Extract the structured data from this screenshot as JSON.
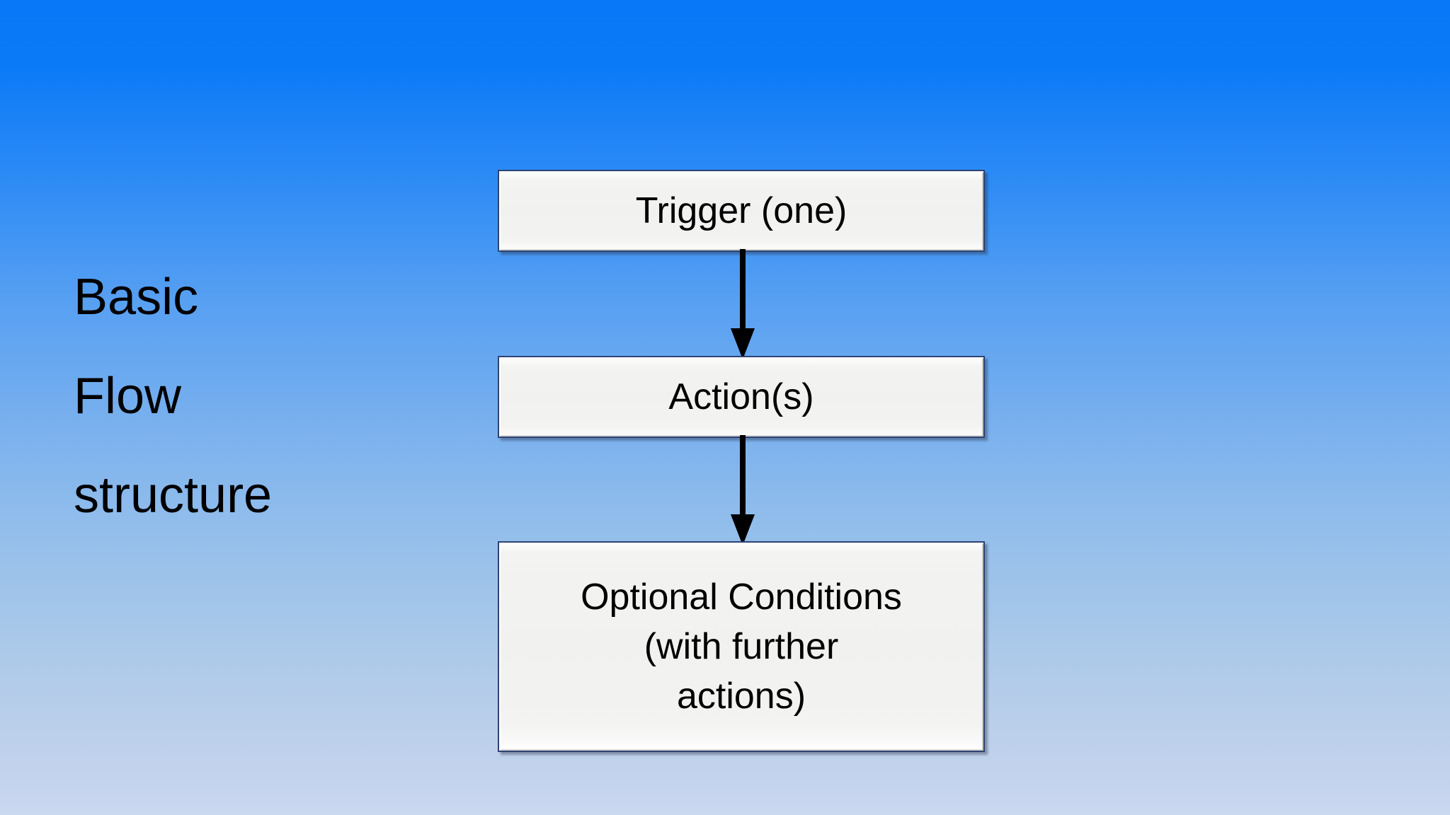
{
  "slide": {
    "title_lines": [
      "Basic",
      "Flow",
      "structure"
    ],
    "background": {
      "gradient_from": "#0878F8",
      "gradient_to": "#C6D4EE",
      "direction": "top-to-bottom"
    },
    "text_color": "#000000"
  },
  "diagram": {
    "type": "flowchart",
    "orientation": "vertical",
    "box_fill": "#F1F1EF",
    "box_border": "#2E4272",
    "arrow_color": "#000000",
    "nodes": [
      {
        "id": "trigger",
        "label": "Trigger (one)"
      },
      {
        "id": "actions",
        "label": "Action(s)"
      },
      {
        "id": "conditions",
        "label": "Optional Conditions\n(with further\nactions)"
      }
    ],
    "edges": [
      {
        "from": "trigger",
        "to": "actions",
        "style": "solid-arrow-down"
      },
      {
        "from": "actions",
        "to": "conditions",
        "style": "solid-arrow-down"
      }
    ]
  }
}
